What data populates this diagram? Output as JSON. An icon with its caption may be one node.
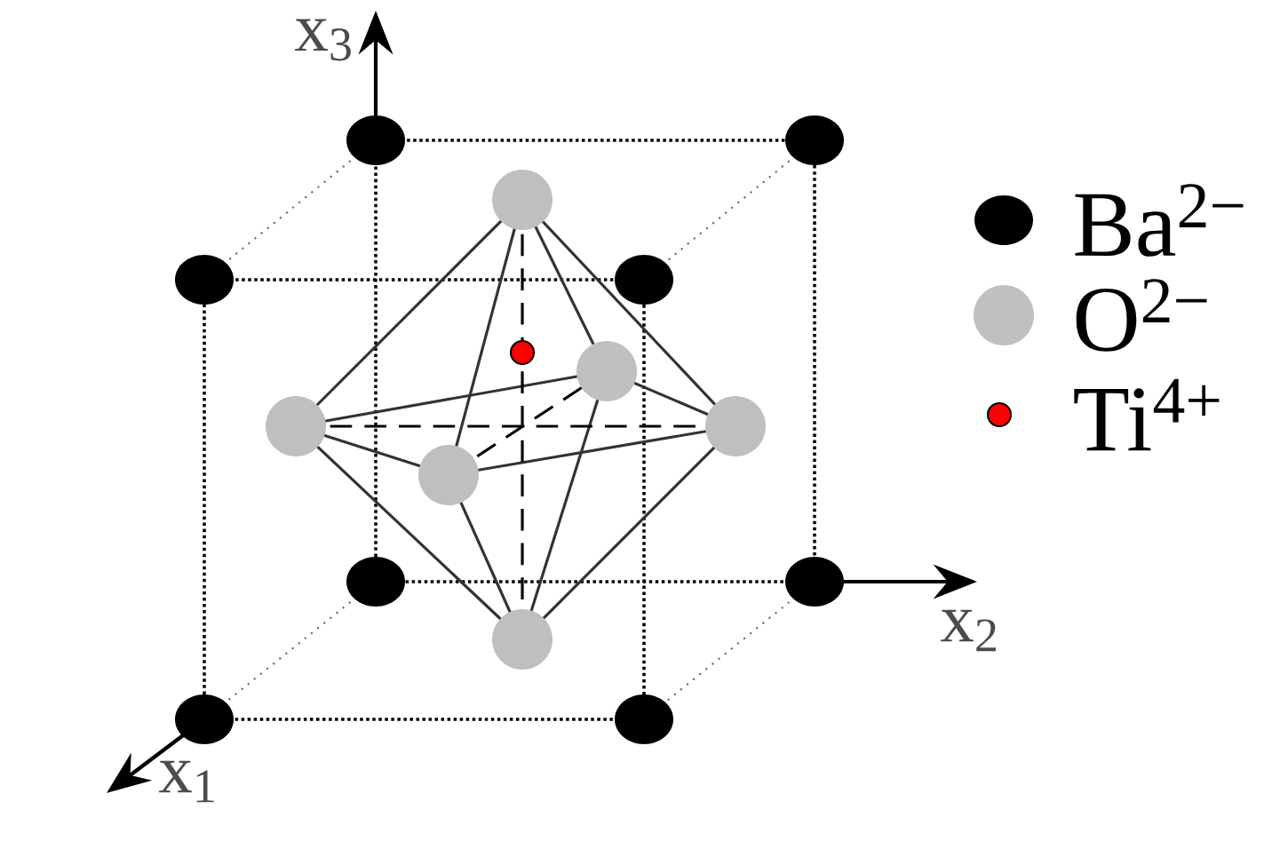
{
  "diagram": {
    "labels": [
      "x$_{3}$",
      "x$_{2}$",
      "x$_{1}$"
    ],
    "legend": [
      {
        "text": "Ba$^{2−}$",
        "color": "#000000"
      },
      {
        "text": "O$^{2−}$",
        "color": "#c0c0c0"
      },
      {
        "text": "Ti$^{4+}$",
        "color": "#ff0000"
      }
    ]
  }
}
